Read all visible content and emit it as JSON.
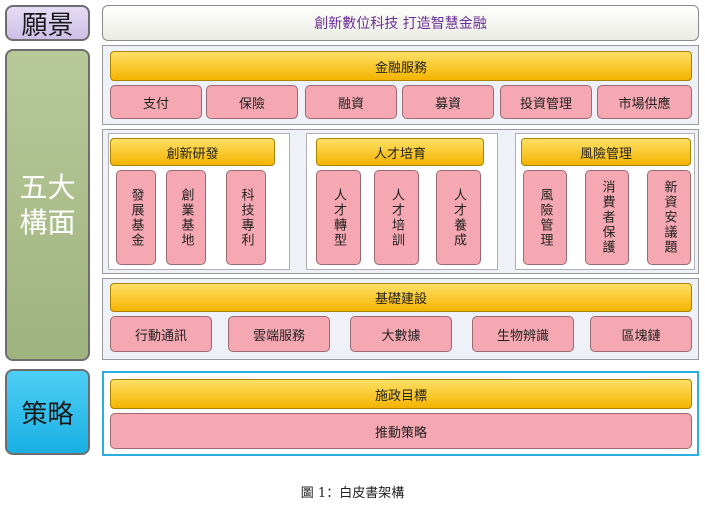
{
  "side": {
    "vision": "願景",
    "five": [
      "五大",
      "構面"
    ],
    "strategy": "策略"
  },
  "vision_text": "創新數位科技  打造智慧金融",
  "finance": {
    "title": "金融服務",
    "items": [
      "支付",
      "保險",
      "融資",
      "募資",
      "投資管理",
      "市場供應"
    ]
  },
  "groups": [
    {
      "title": "創新研發",
      "items": [
        "發展基金",
        "創業基地",
        "科技專利"
      ]
    },
    {
      "title": "人才培育",
      "items": [
        "人才轉型",
        "人才培訓",
        "人才養成"
      ]
    },
    {
      "title": "風險管理",
      "items": [
        "風險管理",
        "消費者保護",
        "新資安議題"
      ]
    }
  ],
  "infra": {
    "title": "基礎建設",
    "items": [
      "行動通訊",
      "雲端服務",
      "大數據",
      "生物辨識",
      "區塊鏈"
    ]
  },
  "strategy": {
    "goal": "施政目標",
    "push": "推動策略"
  },
  "caption": "圖 1：白皮書架構"
}
